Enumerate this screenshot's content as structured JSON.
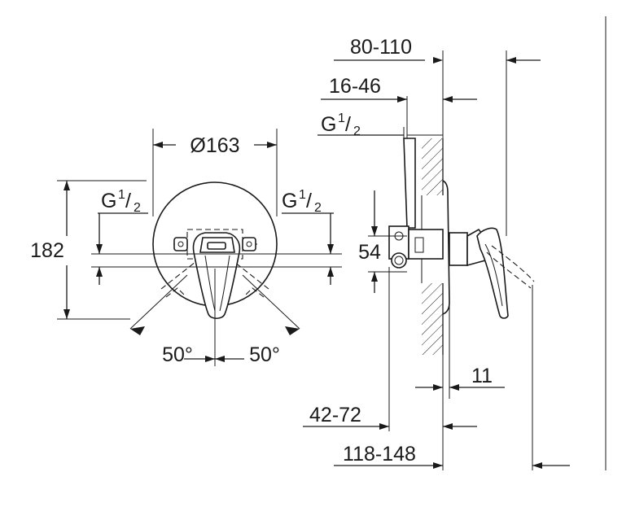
{
  "front_view": {
    "diameter": "Ø163",
    "height": "182",
    "outlet_left": {
      "main": "G",
      "sup": "1",
      "slash": "/",
      "sub": "2"
    },
    "outlet_right": {
      "main": "G",
      "sup": "1",
      "slash": "/",
      "sub": "2"
    },
    "angle_left": "50°",
    "angle_right": "50°"
  },
  "side_view": {
    "depth_total": "80-110",
    "depth_inner": "16-46",
    "connection": {
      "main": "G",
      "sup": "1",
      "slash": "/",
      "sub": "2"
    },
    "connection_spacing": "54",
    "offset": "11",
    "install_range": "42-72",
    "overall_range": "118-148"
  }
}
